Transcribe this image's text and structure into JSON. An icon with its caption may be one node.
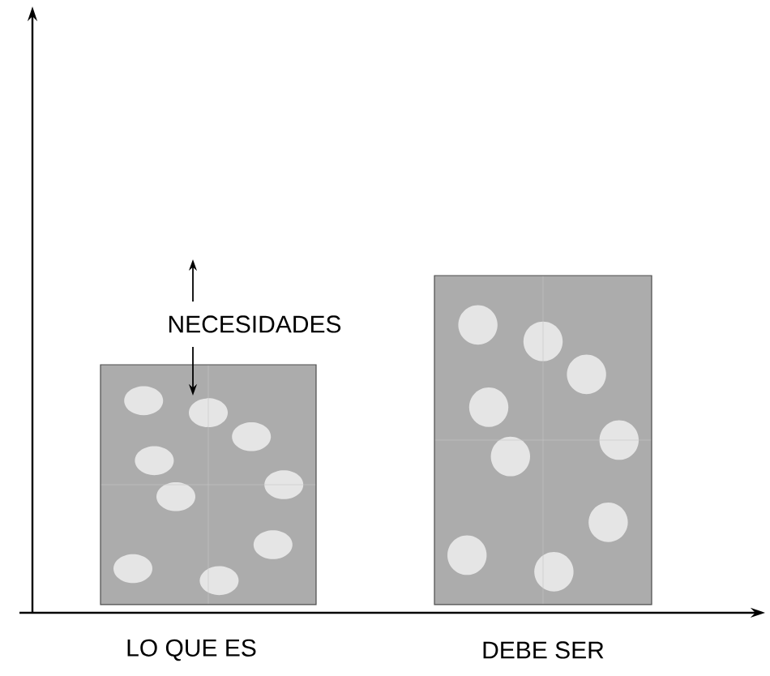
{
  "diagram": {
    "labels": [
      "NECESIDADES",
      "LO QUE ES",
      "DEBE SER"
    ]
  }
}
